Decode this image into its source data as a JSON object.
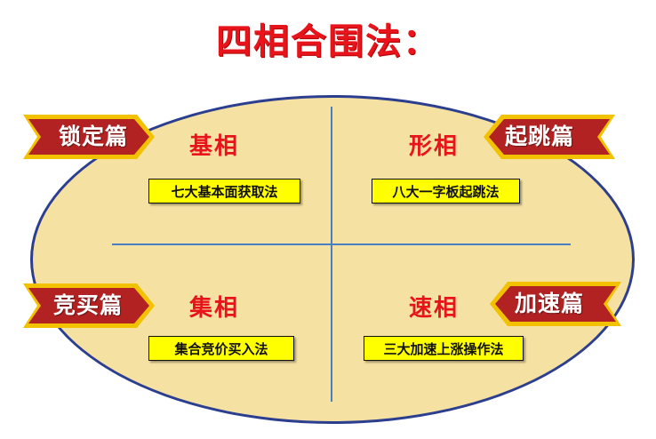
{
  "title": "四相合围法：",
  "quadrants": {
    "top_left": {
      "title": "基相",
      "method": "七大基本面获取法",
      "tag": "锁定篇"
    },
    "top_right": {
      "title": "形相",
      "method": "八大一字板起跳法",
      "tag": "起跳篇"
    },
    "bottom_left": {
      "title": "集相",
      "method": "集合竞价买入法",
      "tag": "竞买篇"
    },
    "bottom_right": {
      "title": "速相",
      "method": "三大加速上涨操作法",
      "tag": "加速篇"
    }
  },
  "colors": {
    "title": "#e8141c",
    "ellipse_fill": "#f5e1a2",
    "ellipse_border": "#2c3e8f",
    "divider": "#4a7fc1",
    "method_box": "#ffff00",
    "banner_fill": "#b22222",
    "banner_border": "#f2c200"
  }
}
